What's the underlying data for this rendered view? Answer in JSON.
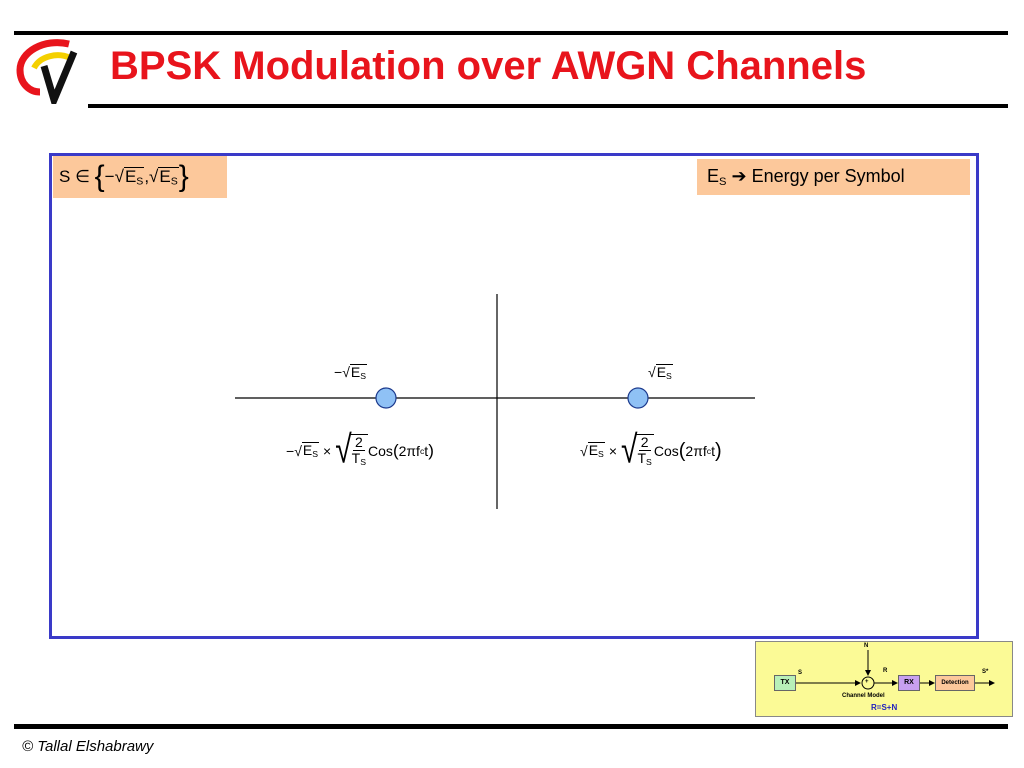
{
  "title": "BPSK Modulation over AWGN Channels",
  "footer": "© Tallal Elshabrawy",
  "set_equation": {
    "symbol": "S",
    "element_of": "∈",
    "minus": "−",
    "e": "E",
    "sub": "S",
    "comma": ","
  },
  "energy_note": {
    "e": "E",
    "sub": "S",
    "arrow": "➔",
    "text": "Energy per Symbol"
  },
  "constellation": {
    "left_label": {
      "minus": "−",
      "e": "E",
      "sub": "S"
    },
    "right_label": {
      "e": "E",
      "sub": "S"
    },
    "left_waveform": {
      "minus": "−",
      "e": "E",
      "sub": "S",
      "times": "×",
      "num": "2",
      "den": "T",
      "den_sub": "S",
      "cos": "Cos",
      "arg_pre": "2πf",
      "arg_sub": "c",
      "arg_post": "t"
    },
    "right_waveform": {
      "e": "E",
      "sub": "S",
      "times": "×",
      "num": "2",
      "den": "T",
      "den_sub": "S",
      "cos": "Cos",
      "arg_pre": "2πf",
      "arg_sub": "c",
      "arg_post": "t"
    },
    "point_color": "#8fc1f5"
  },
  "channel_model": {
    "tx": "TX",
    "s": "S",
    "n": "N",
    "r": "R",
    "plus": "+",
    "rx": "RX",
    "detection": "Detection",
    "s_hat": "S*",
    "caption": "Channel Model",
    "equation": "R=S+N"
  },
  "colors": {
    "title": "#e8141c",
    "frame": "#3a3ac8",
    "eq_bg": "#fcc89b",
    "channel_bg": "#fbfa96"
  }
}
